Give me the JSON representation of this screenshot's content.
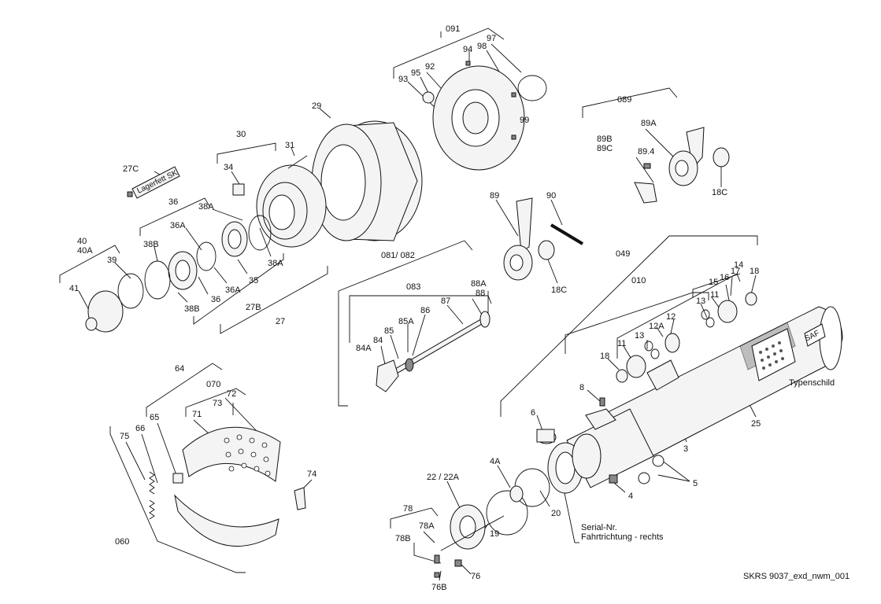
{
  "labels": {
    "l091": "091",
    "l97": "97",
    "l94": "94",
    "l98": "98",
    "l92": "92",
    "l95": "95",
    "l93": "93",
    "l99": "99",
    "l29": "29",
    "l30": "30",
    "l31": "31",
    "l34": "34",
    "l27C": "27C",
    "lager": "Lagerfett SK",
    "l36top": "36",
    "l38Atop": "38A",
    "l36A": "36A",
    "l38B": "38B",
    "l40": "40",
    "l40A": "40A",
    "l39": "39",
    "l41": "41",
    "l38Bb": "38B",
    "l36b": "36",
    "l36Ab": "36A",
    "l35": "35",
    "l38Ab": "38A",
    "l27B": "27B",
    "l27": "27",
    "l089": "089",
    "l89A": "89A",
    "l89B": "89B",
    "l89C": "89C",
    "l894": "89.4",
    "l18Ca": "18C",
    "l89": "89",
    "l90": "90",
    "l18Cb": "18C",
    "l081": "081/  082",
    "l083": "083",
    "l88": "88",
    "l88A": "88A",
    "l87": "87",
    "l86": "86",
    "l85A": "85A",
    "l85": "85",
    "l84": "84",
    "l84A": "84A",
    "l049": "049",
    "l010": "010",
    "l14": "14",
    "l15": "15",
    "l17": "17",
    "l16": "16",
    "l18a": "18",
    "l13a": "13",
    "l11a": "11",
    "l12": "12",
    "l12A": "12A",
    "l13b": "13",
    "l11b": "11",
    "l18b": "18",
    "l8": "8",
    "l6": "6",
    "l3": "3",
    "l25": "25",
    "typen": "Typenschild",
    "saf": "SAF",
    "l4A": "4A",
    "l4": "4",
    "l5": "5",
    "l22": "22 / 22A",
    "l20": "20",
    "l19": "19",
    "serial": "Serial-Nr.",
    "fahrt": "Fahrtrichtung - rechts",
    "l78": "78",
    "l78A": "78A",
    "l78B": "78B",
    "l76": "76",
    "l76B": "76B",
    "l64": "64",
    "l070": "070",
    "l72": "72",
    "l73": "73",
    "l71": "71",
    "l65": "65",
    "l66": "66",
    "l75": "75",
    "l74": "74",
    "l060": "060",
    "ref": "SKRS 9037_exd_nwm_001"
  }
}
